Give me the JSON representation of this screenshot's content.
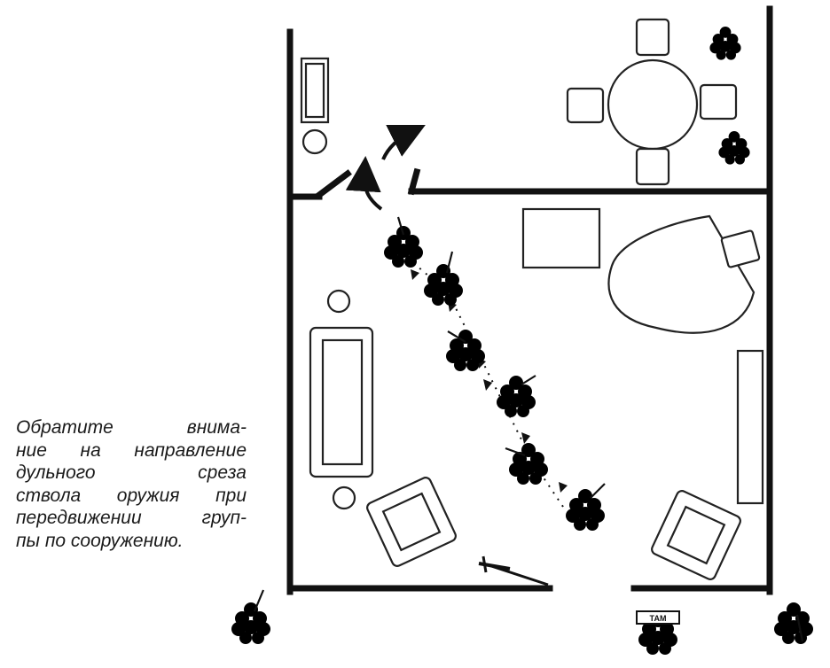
{
  "caption": {
    "lines": [
      "Обратите внима-",
      "ние на направление",
      "дульного среза",
      "ствола оружия при",
      "передвижении груп-",
      "пы по сооружению."
    ]
  },
  "door_sign": "ТАМ",
  "colors": {
    "ink": "#111111",
    "paper": "#ffffff"
  }
}
